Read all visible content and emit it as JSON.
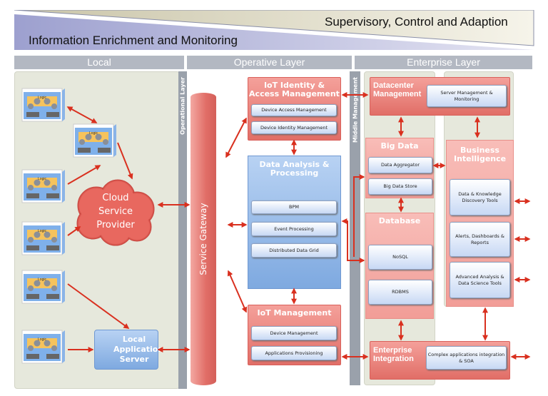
{
  "banner": {
    "supervisory": "Supervisory, Control and Adaption",
    "enrichment": "Information Enrichment and Monitoring"
  },
  "headers": {
    "local": "Local",
    "operative": "Operative Layer",
    "enterprise": "Enterprise Layer"
  },
  "strips": {
    "operational": "Operational Layer",
    "middle": "Middle Management"
  },
  "local": {
    "cloud": "Cloud Service Provider",
    "app_server": "Local Application Server",
    "device_label": "Logic"
  },
  "gateway": "Service Gateway",
  "operative": {
    "identity": {
      "title": "IoT Identity & Access Management",
      "items": [
        "Device Access Management",
        "Device Identity Management"
      ]
    },
    "analysis": {
      "title": "Data Analysis & Processing",
      "items": [
        "BPM",
        "Event Processing",
        "Distributed Data Grid"
      ]
    },
    "iot_mgmt": {
      "title": "IoT Management",
      "items": [
        "Device Management",
        "Applications Provisioning"
      ]
    }
  },
  "enterprise": {
    "datacenter": {
      "title": "Datacenter Management",
      "item": "Server Management & Monitoring"
    },
    "bigdata": {
      "title": "Big Data",
      "items": [
        "Data Aggregator",
        "Big Data Store"
      ]
    },
    "database": {
      "title": "Database",
      "items": [
        "NoSQL",
        "RDBMS"
      ]
    },
    "bi": {
      "title": "Business Intelligence",
      "items": [
        "Data & Knowledge Discovery Tools",
        "Alerts, Dashboards & Reports",
        "Advanced Analysis & Data Science Tools"
      ]
    },
    "integration": {
      "title": "Enterprise Integration",
      "item": "Complex applications integration & SOA"
    }
  },
  "colors": {
    "red": "#e16e67",
    "blue": "#7ea9e0",
    "arrow": "#d9301f",
    "panel": "#e6e8dc"
  }
}
